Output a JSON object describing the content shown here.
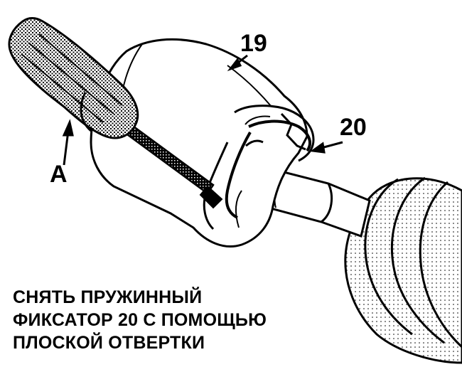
{
  "callouts": {
    "part_19": "19",
    "part_20": "20",
    "tool_a": "A"
  },
  "caption": {
    "lines": [
      "СНЯТЬ ПРУЖИННЫЙ",
      "ФИКСАТОР 20 С ПОМОЩЬЮ",
      "ПЛОСКОЙ ОТВЕРТКИ"
    ]
  },
  "colors": {
    "ink": "#000000",
    "paper": "#ffffff"
  }
}
